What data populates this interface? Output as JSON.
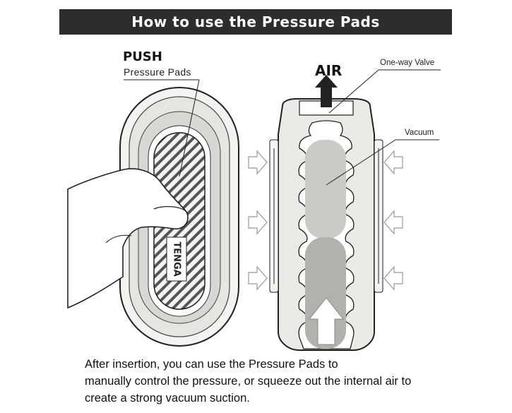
{
  "header": {
    "title": "How to use the Pressure Pads"
  },
  "left_figure": {
    "push_label": "PUSH",
    "pads_label": "Pressure Pads",
    "logo_text": "TENGA"
  },
  "right_figure": {
    "air_label": "AIR",
    "valve_label": "One-way Valve",
    "vacuum_label": "Vacuum"
  },
  "caption": {
    "lines": [
      "After insertion, you can use the Pressure Pads to",
      "manually control the pressure, or squeeze out the internal air to",
      "create a strong vacuum suction."
    ]
  },
  "colors": {
    "banner": "#2d2d2d",
    "body_fill": "#e9ebe6",
    "inner_fill": "#c9cbc6",
    "vacuum_fill": "#b0b2ad",
    "arrow_gray": "#bdbdbd"
  }
}
